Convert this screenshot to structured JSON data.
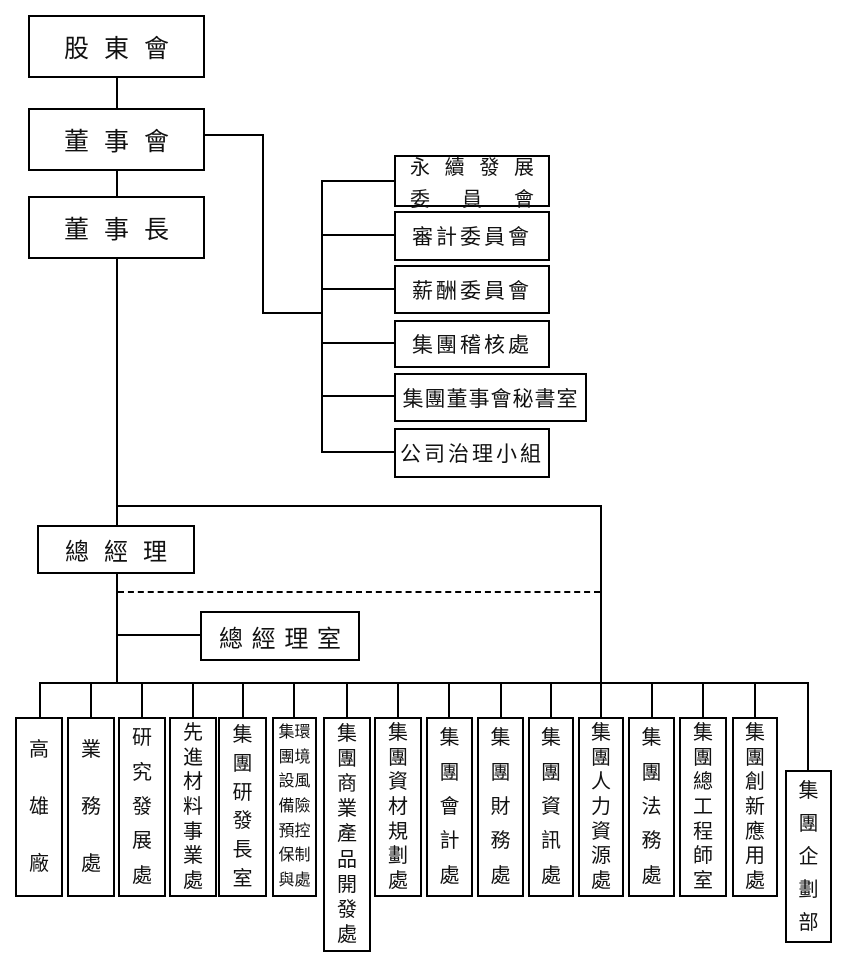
{
  "org": {
    "top": [
      {
        "label": "股東會"
      },
      {
        "label": "董事會"
      },
      {
        "label": "董事長"
      }
    ],
    "board_committees": [
      {
        "label_lines": [
          "永續發展",
          "委員會"
        ]
      },
      {
        "label": "審計委員會"
      },
      {
        "label": "薪酬委員會"
      },
      {
        "label": "集團稽核處"
      },
      {
        "label": "集團董事會秘書室"
      },
      {
        "label": "公司治理小組"
      }
    ],
    "president": {
      "label": "總經理"
    },
    "president_office": {
      "label": "總經理室"
    },
    "departments": [
      {
        "columns": [
          "高雄廠"
        ]
      },
      {
        "columns": [
          "業務處"
        ]
      },
      {
        "columns": [
          "研究發展處"
        ]
      },
      {
        "columns": [
          "先進材料事業處"
        ]
      },
      {
        "columns": [
          "集團研發長室"
        ]
      },
      {
        "columns": [
          "集團設備預保與",
          "環境風險控制處"
        ]
      },
      {
        "columns": [
          "集團商業產品開發處"
        ]
      },
      {
        "columns": [
          "集團資材規劃處"
        ]
      },
      {
        "columns": [
          "集團會計處"
        ]
      },
      {
        "columns": [
          "集團財務處"
        ]
      },
      {
        "columns": [
          "集團資訊處"
        ]
      },
      {
        "columns": [
          "集團人力資源處"
        ]
      },
      {
        "columns": [
          "集團法務處"
        ]
      },
      {
        "columns": [
          "集團總工程師室"
        ]
      },
      {
        "columns": [
          "集團創新應用處"
        ]
      },
      {
        "columns": [
          "集團企劃部"
        ]
      }
    ]
  }
}
